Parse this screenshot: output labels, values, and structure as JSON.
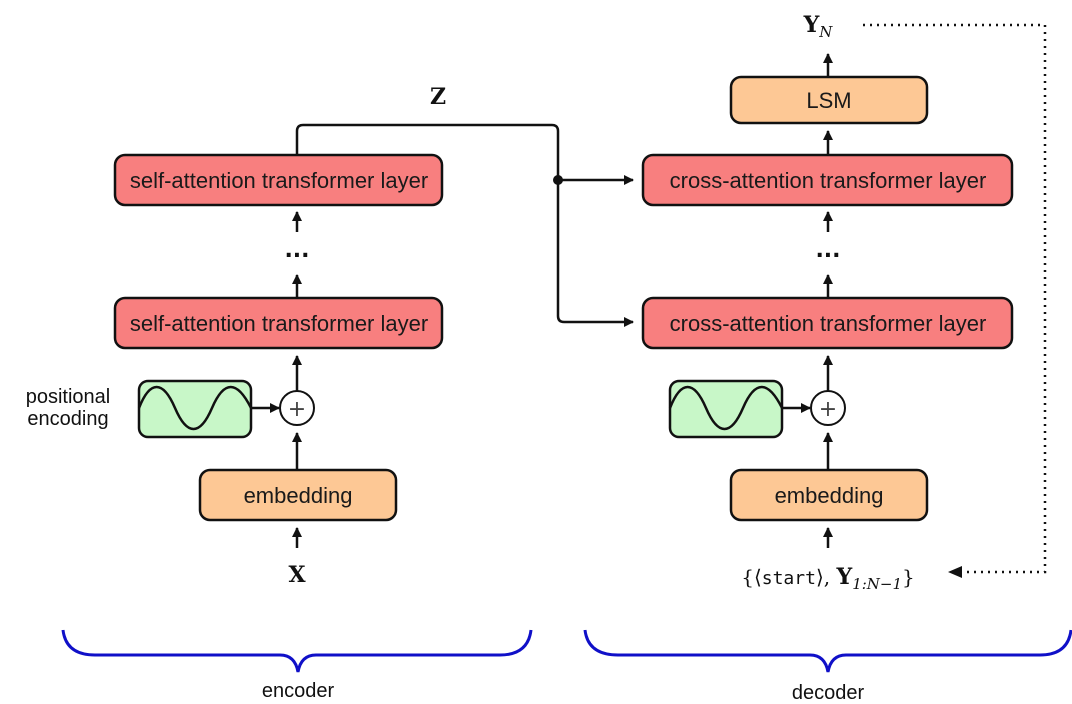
{
  "colors": {
    "attention_layer": "#f87f7f",
    "embedding": "#fdc895",
    "positional_encoding": "#c8f7c8",
    "brace": "#1010c8",
    "stroke": "#111111"
  },
  "encoder": {
    "label": "encoder",
    "input": "X",
    "embedding_label": "embedding",
    "positional_label_line1": "positional",
    "positional_label_line2": "encoding",
    "layer_bottom_label": "self-attention transformer layer",
    "ellipsis": "...",
    "layer_top_label": "self-attention transformer layer",
    "output": "Z"
  },
  "decoder": {
    "label": "decoder",
    "input_prefix": "{⟨",
    "input_start": "start",
    "input_mid": "⟩, ",
    "input_Y": "Y",
    "input_sub": "1:N−1",
    "input_suffix": "}",
    "embedding_label": "embedding",
    "layer_bottom_label": "cross-attention transformer layer",
    "ellipsis": "...",
    "layer_top_label": "cross-attention transformer layer",
    "lsm_label": "LSM",
    "output_Y": "Y",
    "output_sub": "N"
  },
  "plus_symbol": "+"
}
